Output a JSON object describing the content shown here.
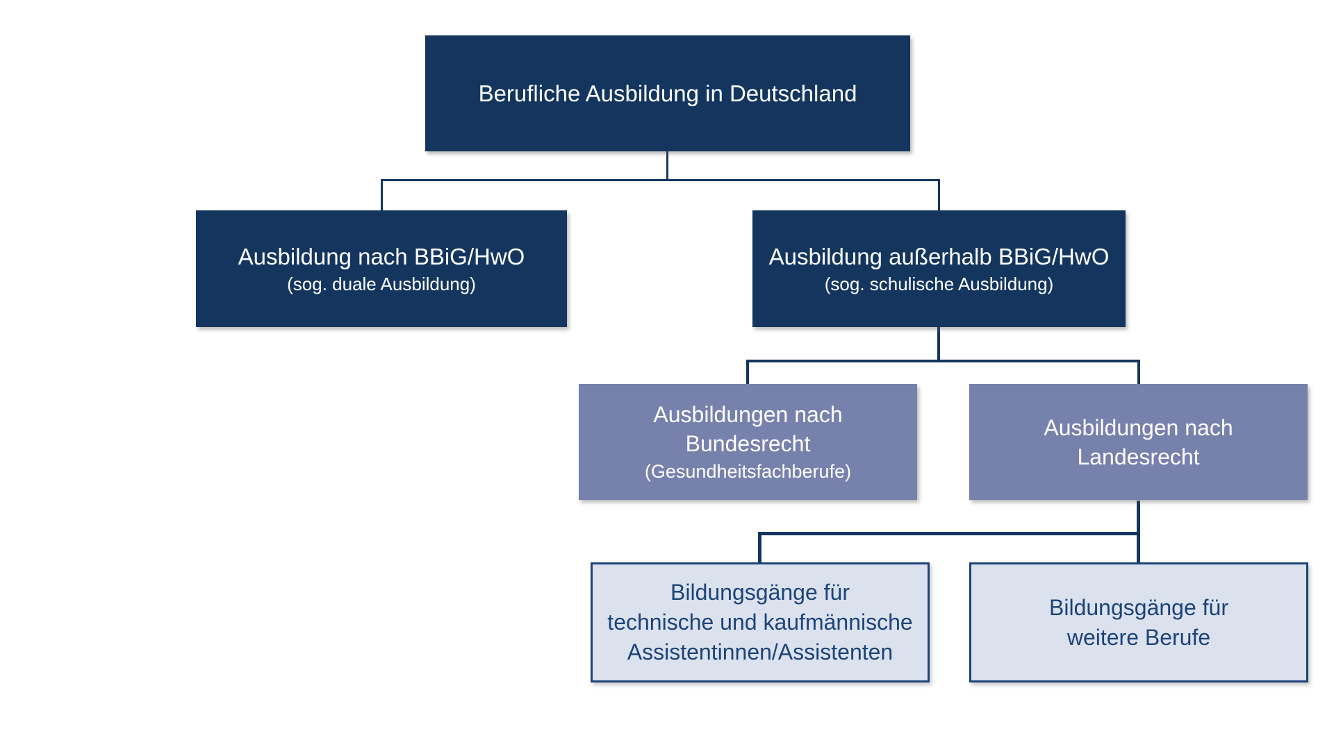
{
  "colors": {
    "background": "#ffffff",
    "navy_fill": "#14365e",
    "slate_fill": "#7681ac",
    "light_fill": "#dbe2ee",
    "light_border": "#1c4377",
    "light_text": "#1c4377",
    "connector": "#14365e",
    "box_text": "#ffffff"
  },
  "diagram": {
    "root": {
      "title": "Berufliche Ausbildung in Deutschland"
    },
    "level2": {
      "dual": {
        "title": "Ausbildung nach BBiG/HwO",
        "subtitle": "(sog. duale Ausbildung)"
      },
      "school": {
        "title": "Ausbildung außerhalb BBiG/HwO",
        "subtitle": "(sog. schulische Ausbildung)"
      }
    },
    "level3": {
      "federal": {
        "line1": "Ausbildungen nach",
        "line2": "Bundesrecht",
        "subtitle": "(Gesundheitsfachberufe)"
      },
      "state": {
        "line1": "Ausbildungen nach",
        "line2": "Landesrecht"
      }
    },
    "level4": {
      "assistants": {
        "line1": "Bildungsgänge für",
        "line2": "technische und kaufmännische",
        "line3": "Assistentinnen/Assistenten"
      },
      "other": {
        "line1": "Bildungsgänge für",
        "line2": "weitere Berufe"
      }
    }
  }
}
